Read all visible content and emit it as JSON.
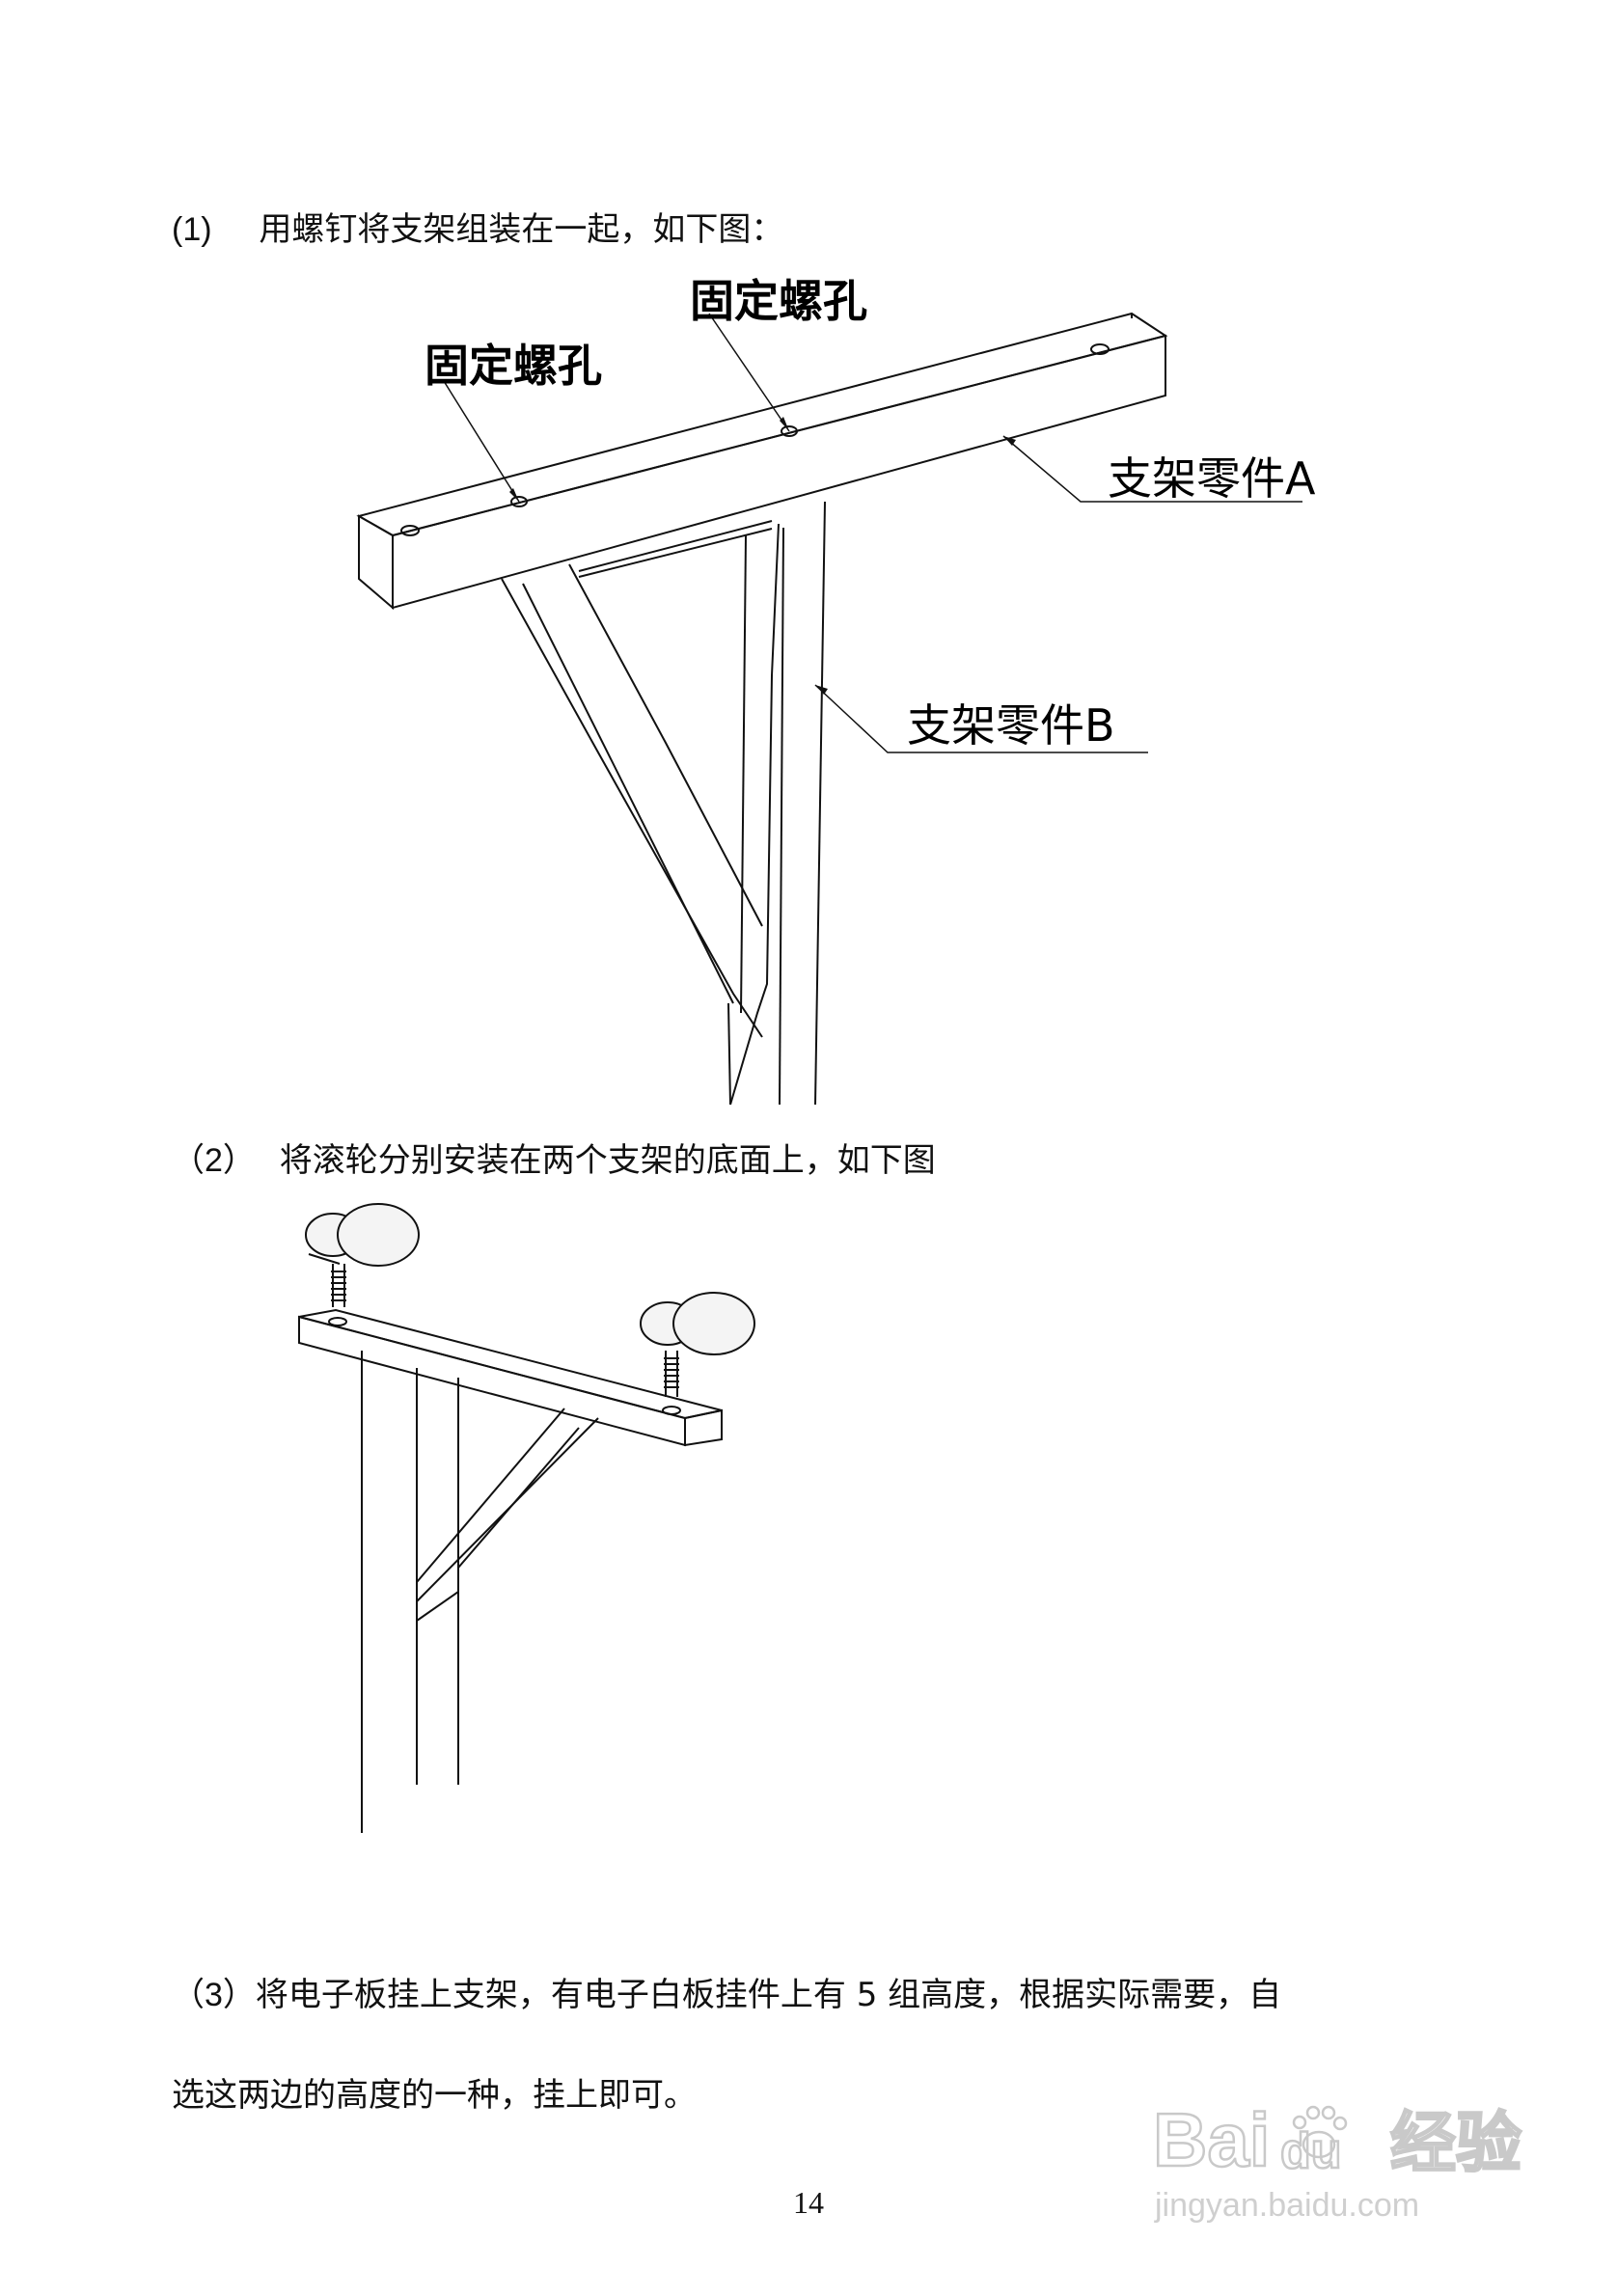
{
  "steps": [
    {
      "num": "(1)",
      "text": "用螺钉将支架组装在一起，如下图："
    },
    {
      "num": "（2）",
      "text": "将滚轮分别安装在两个支架的底面上，如下图"
    },
    {
      "num": "（3）",
      "text": "将电子板挂上支架，有电子白板挂件上有 5 组高度，根据实际需要，自",
      "continuation": "选这两边的高度的一种，挂上即可。"
    }
  ],
  "figure1": {
    "labels": {
      "hole_top": "固定螺孔",
      "hole_left": "固定螺孔",
      "part_a": "支架零件A",
      "part_b": "支架零件B"
    }
  },
  "page_number": "14",
  "watermark": {
    "brand": "Bai",
    "brand_suffix": "du",
    "cn": "经验",
    "url": "jingyan.baidu.com"
  }
}
